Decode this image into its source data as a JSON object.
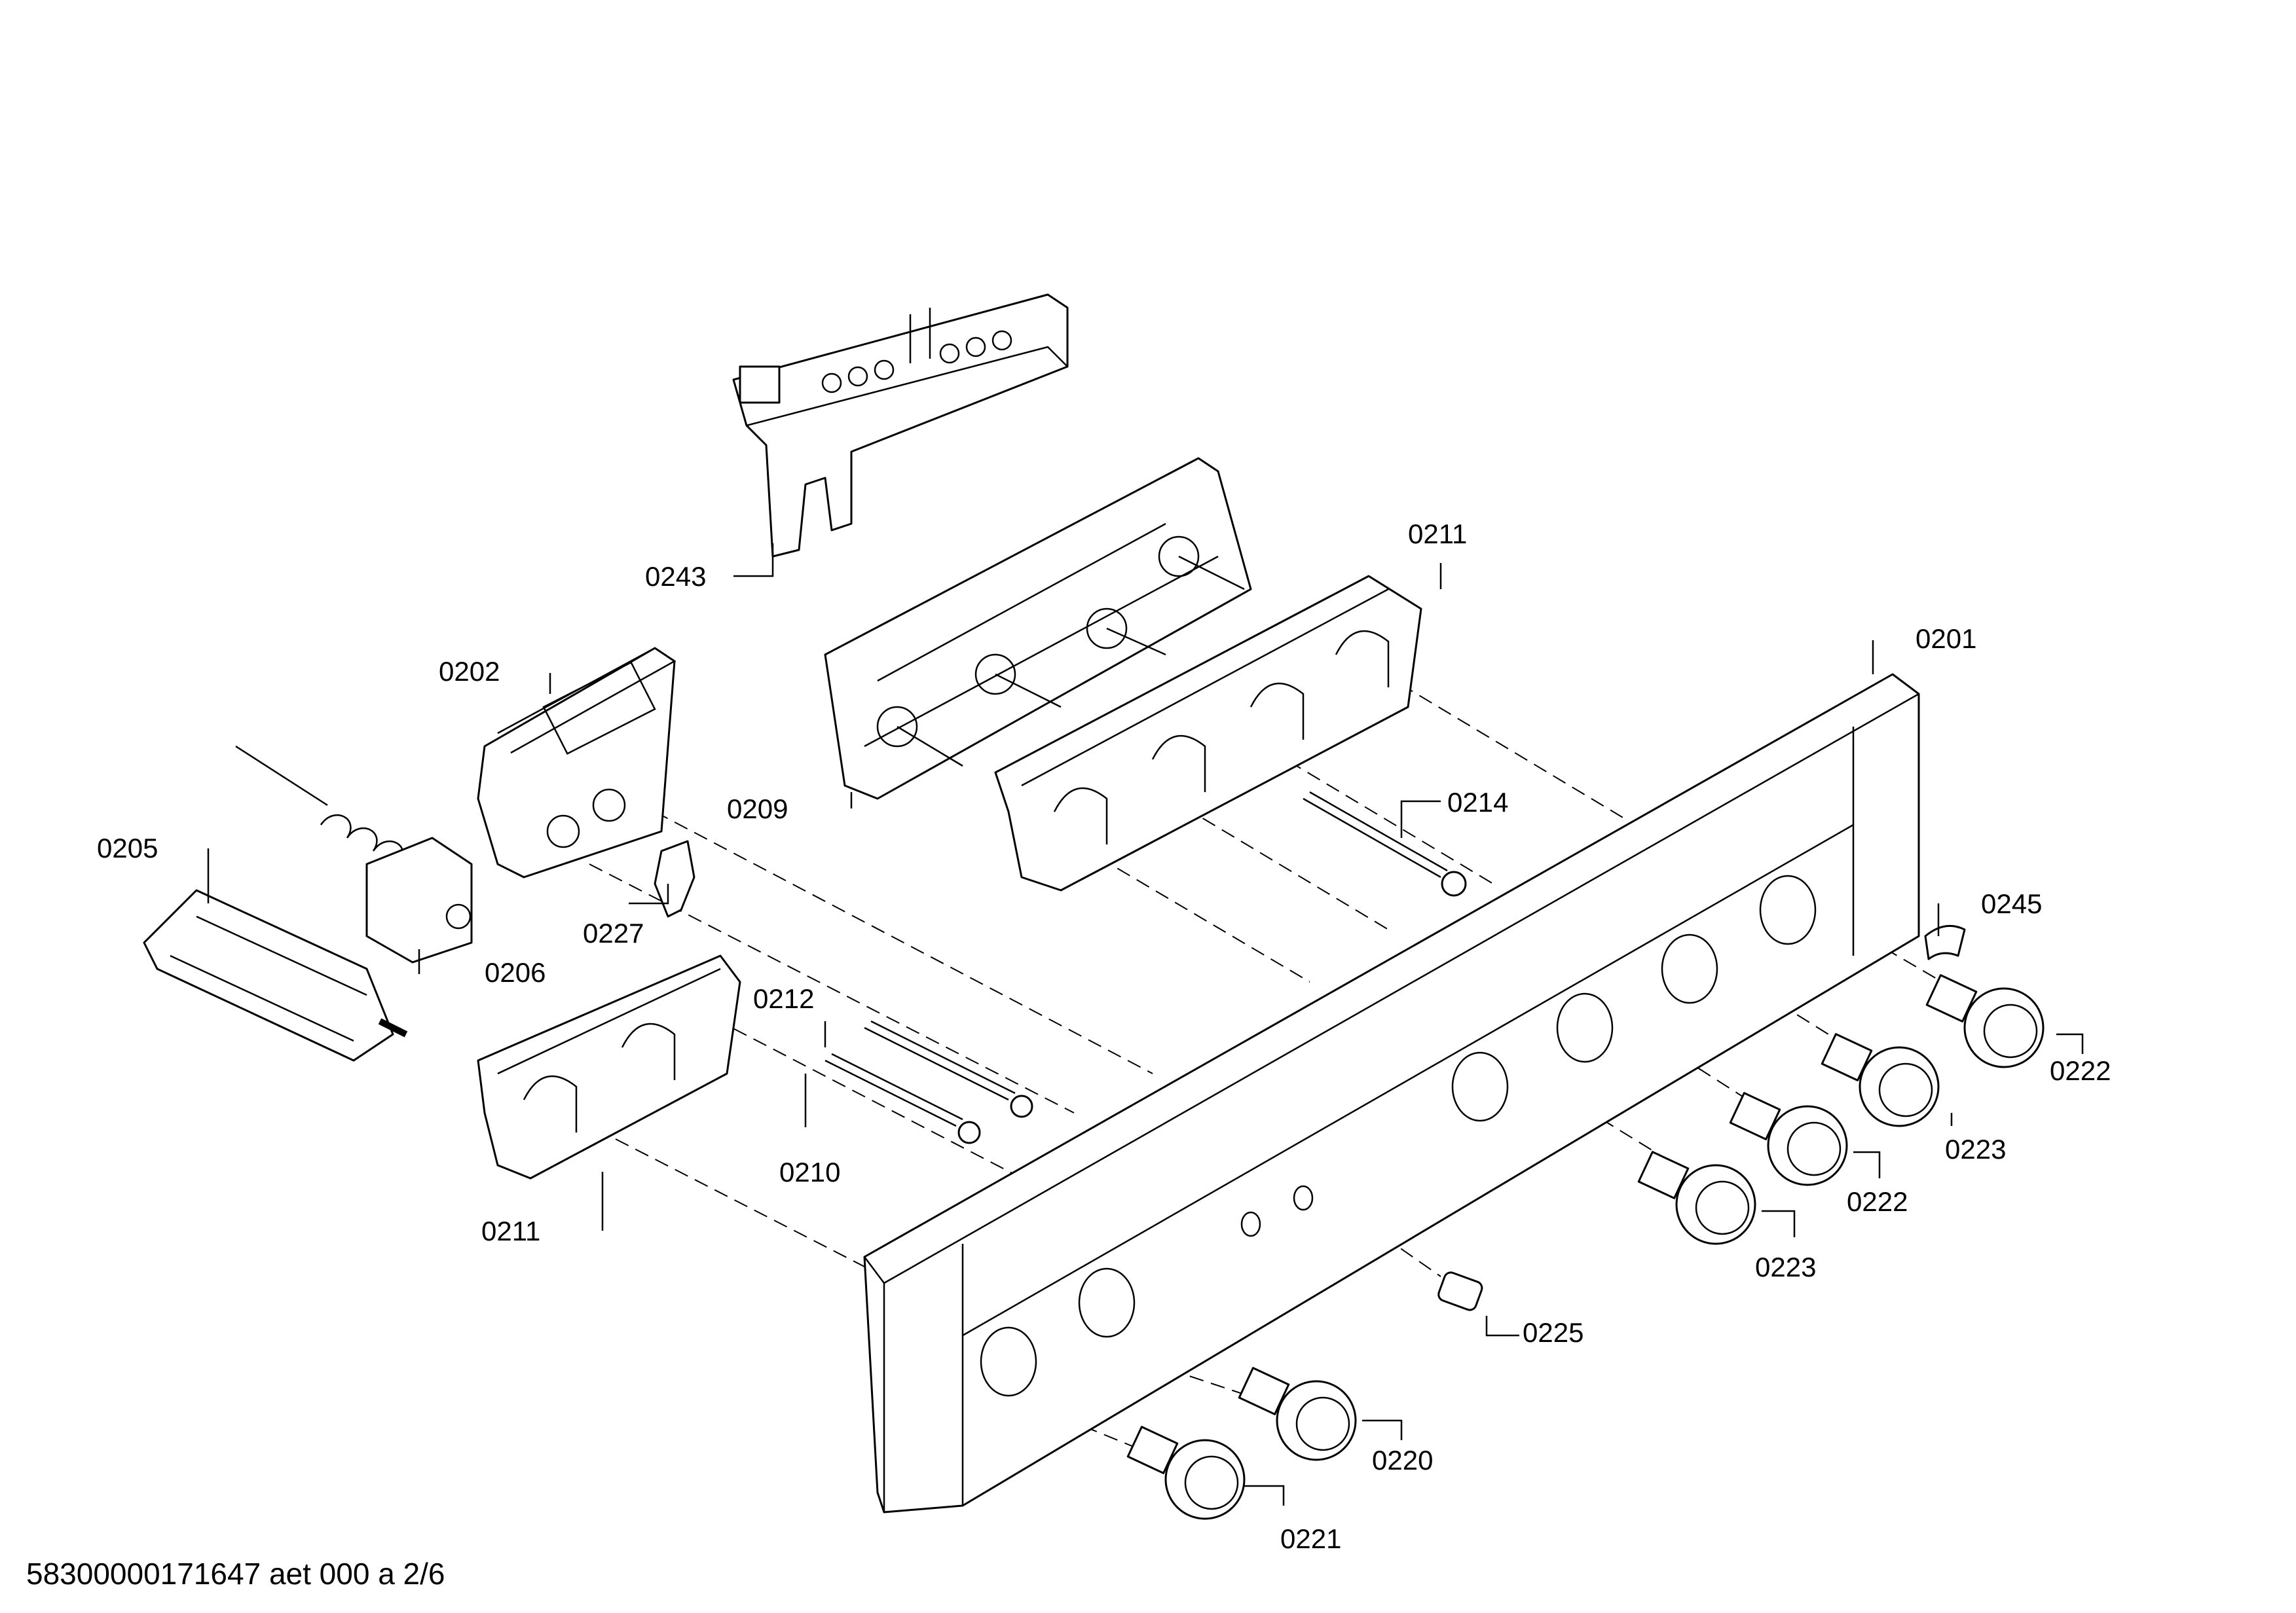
{
  "labels": {
    "p0243": "0243",
    "p0211_top": "0211",
    "p0201": "0201",
    "p0202": "0202",
    "p0209": "0209",
    "p0214": "0214",
    "p0205": "0205",
    "p0245": "0245",
    "p0227": "0227",
    "p0206": "0206",
    "p0212": "0212",
    "p0222_a": "0222",
    "p0223_a": "0223",
    "p0222_b": "0222",
    "p0210": "0210",
    "p0211_bottom": "0211",
    "p0223_b": "0223",
    "p0225": "0225",
    "p0220": "0220",
    "p0221": "0221"
  },
  "footer": "58300000171647 aet 000 a 2/6"
}
